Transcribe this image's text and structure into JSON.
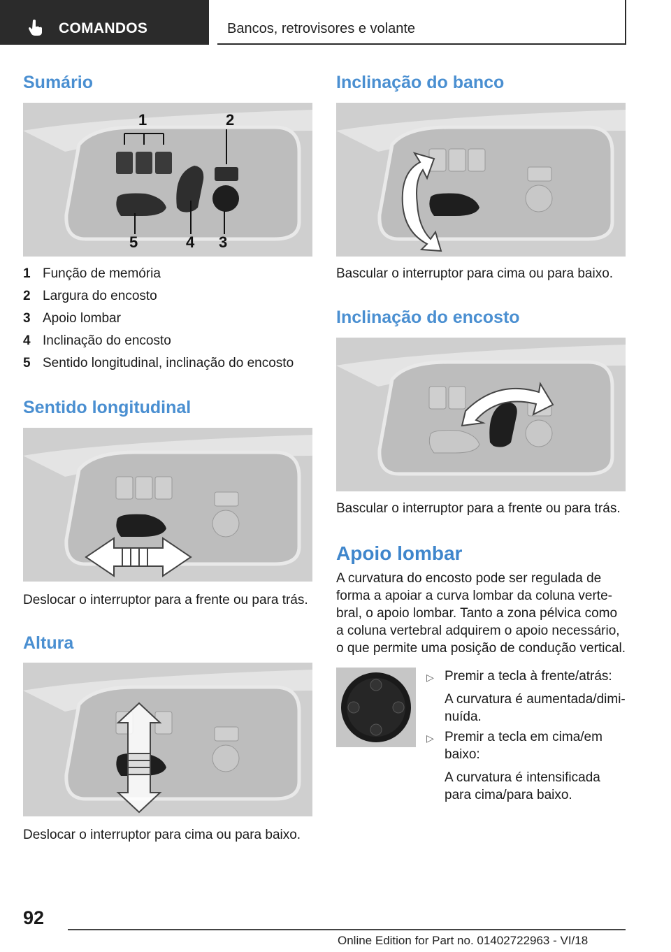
{
  "header": {
    "category": "COMANDOS",
    "section": "Bancos, retrovisores e volante"
  },
  "left": {
    "sumario_title": "Sumário",
    "callouts": [
      "1",
      "2",
      "3",
      "4",
      "5"
    ],
    "items": [
      {
        "num": "1",
        "text": "Função de memória"
      },
      {
        "num": "2",
        "text": "Largura do encosto"
      },
      {
        "num": "3",
        "text": "Apoio lombar"
      },
      {
        "num": "4",
        "text": "Inclinação do encosto"
      },
      {
        "num": "5",
        "text": "Sentido longitudinal, inclinação do encosto"
      }
    ],
    "longitudinal_title": "Sentido longitudinal",
    "longitudinal_text": "Deslocar o interruptor para a frente ou para trás.",
    "altura_title": "Altura",
    "altura_text": "Deslocar o interruptor para cima ou para baixo."
  },
  "right": {
    "banco_title": "Inclinação do banco",
    "banco_text": "Bascular o interruptor para cima ou para baixo.",
    "encosto_title": "Inclinação do encosto",
    "encosto_text": "Bascular o interruptor para a frente ou para trás.",
    "lombar_title": "Apoio lombar",
    "lombar_lines": [
      "A curvatura do encosto pode ser regulada de",
      "forma a apoiar a curva lombar da coluna verte-",
      "bral, o apoio lombar. Tanto a zona pélvica como",
      "a coluna vertebral adquirem o apoio necessário,",
      "o que permite uma posição de condução vertical."
    ],
    "bullet_glyph": "▷",
    "bullet1": "Premir a tecla à frente/atrás:",
    "bullet1_sub": [
      "A curvatura é aumentada/dimi-",
      "nuída."
    ],
    "bullet2": [
      "Premir a tecla em cima/em",
      "baixo:"
    ],
    "bullet2_sub": [
      "A curvatura é intensificada",
      "para cima/para baixo."
    ]
  },
  "footer": {
    "page": "92",
    "edition": "Online Edition for Part no. 01402722963 - VI/18"
  }
}
